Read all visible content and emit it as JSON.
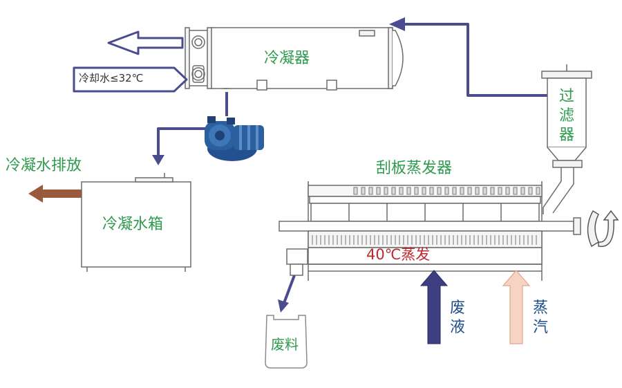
{
  "labels": {
    "condenser": "冷凝器",
    "cooling_water": "冷却水≤32℃",
    "filter": "过滤器",
    "scraper_evaporator": "刮板蒸发器",
    "condensate_discharge": "冷凝水排放",
    "condensate_tank": "冷凝水箱",
    "evaporation_temp": "40℃蒸发",
    "waste_liquid": "废液",
    "steam": "蒸汽",
    "waste_material": "废料"
  },
  "colors": {
    "pipe": "#4b4c8f",
    "label_green": "#2e9b4e",
    "label_red": "#c0262d",
    "label_blue": "#1f4e8c",
    "discharge_arrow": "#9a5a3c",
    "steam_arrow": "#f3c9b4",
    "pump_blue": "#2c5f9e"
  }
}
